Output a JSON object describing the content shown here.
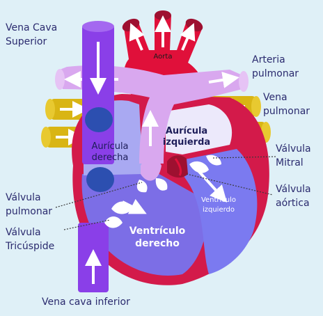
{
  "colors": {
    "background": "#dff0f7",
    "vena_cava": "#8a3fe8",
    "aorta": "#e0103a",
    "pulmonary_artery": "#d9a8ef",
    "pulmonary_vein": "#d9b514",
    "right_atrium": "#a9a9f2",
    "right_ventricle": "#7c6ee6",
    "left_atrium": "#ece9fb",
    "left_ventricle": "#7b7af0",
    "myocardium": "#d31a4a",
    "valve_red": "#9e1030",
    "label_text": "#2a2a6e",
    "leader_line": "#3a3a3a"
  },
  "labels": {
    "vena_cava_superior_line1": "Vena Cava",
    "vena_cava_superior_line2": "Superior",
    "arteria_pulmonar_line1": "Arteria",
    "arteria_pulmonar_line2": "pulmonar",
    "vena_pulmonar_line1": "Vena",
    "vena_pulmonar_line2": "pulmonar",
    "valvula_mitral_line1": "Válvula",
    "valvula_mitral_line2": "Mitral",
    "valvula_aortica_line1": "Válvula",
    "valvula_aortica_line2": "aórtica",
    "valvula_pulmonar_line1": "Válvula",
    "valvula_pulmonar_line2": "pulmonar",
    "valvula_tricuspide_line1": "Válvula",
    "valvula_tricuspide_line2": "Tricúspide",
    "vena_cava_inferior": "Vena cava inferior",
    "aorta": "Aorta",
    "auricula_derecha_line1": "Aurícula",
    "auricula_derecha_line2": "derecha",
    "auricula_izquierda_line1": "Aurícula",
    "auricula_izquierda_line2": "izquierda",
    "ventriculo_derecho_line1": "Ventrículo",
    "ventriculo_derecho_line2": "derecho",
    "ventriculo_izquierdo_line1": "Ventrículo",
    "ventriculo_izquierdo_line2": "izquierdo"
  }
}
